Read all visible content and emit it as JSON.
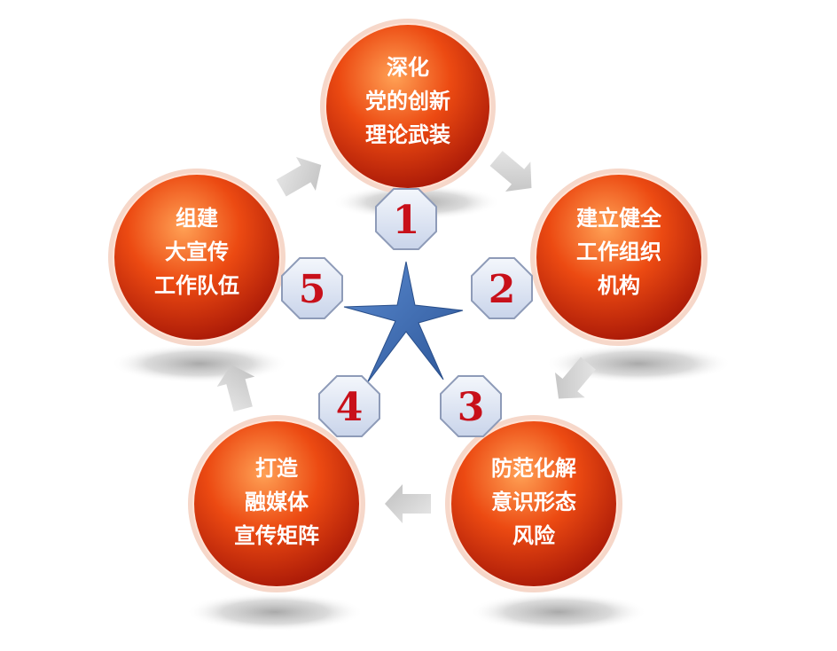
{
  "steps": [
    {
      "number": "1",
      "lines": [
        "深化",
        "党的创新",
        "理论武装"
      ]
    },
    {
      "number": "2",
      "lines": [
        "建立健全",
        "工作组织",
        "机构"
      ]
    },
    {
      "number": "3",
      "lines": [
        "防范化解",
        "意识形态",
        "风险"
      ]
    },
    {
      "number": "4",
      "lines": [
        "打造",
        "融媒体",
        "宣传矩阵"
      ]
    },
    {
      "number": "5",
      "lines": [
        "组建",
        "大宣传",
        "工作队伍"
      ]
    }
  ],
  "colors": {
    "circle_light": "#ff8a3d",
    "circle_mid": "#e8400f",
    "circle_dark": "#a81408",
    "circle_ring": "#f2c8b8",
    "star": "#3d6fb6",
    "badge_fill": "#dce6f5",
    "badge_stroke": "#9aa8c2",
    "number": "#c8101a",
    "arrow": "#cfcfcf",
    "shadow": "#b8b8b8"
  }
}
